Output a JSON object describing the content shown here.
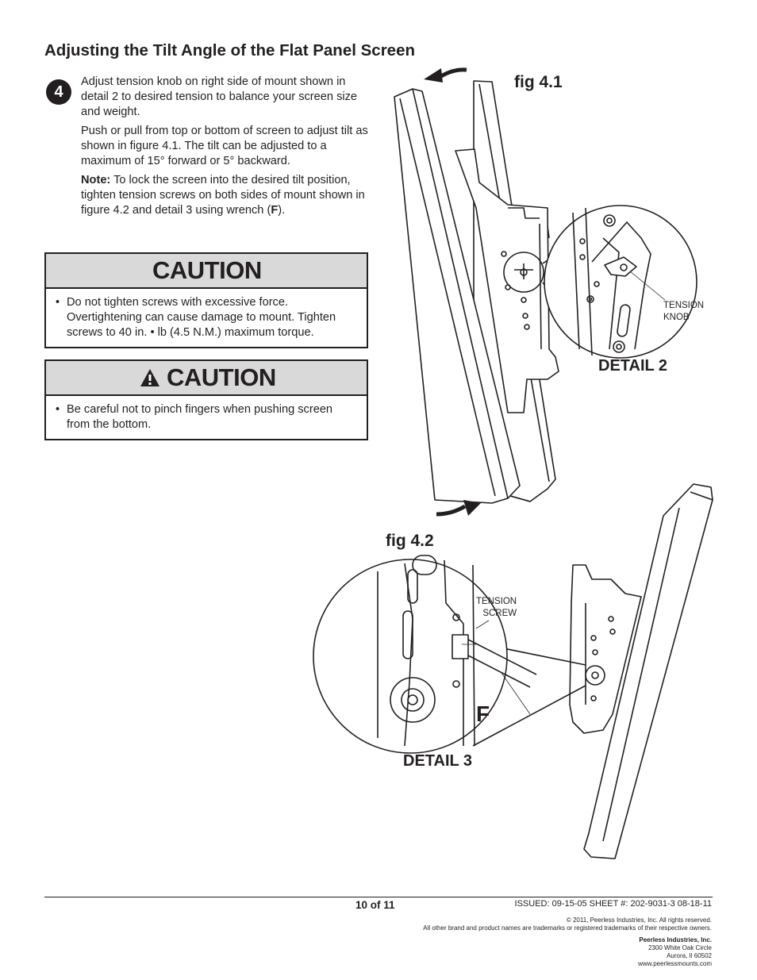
{
  "page": {
    "title": "Adjusting the Tilt Angle of the Flat Panel Screen",
    "step_number": "4",
    "paragraph1": "Adjust tension knob on right side of mount shown in detail 2 to desired tension to balance your screen size and weight.",
    "paragraph2": "Push or pull from top or bottom of screen to adjust tilt as shown in figure 4.1. The tilt can be adjusted to a maximum of 15° forward or 5° backward.",
    "note_label": "Note:",
    "note_text": " To lock the screen into the desired tilt position, tighten tension screws on both sides of mount shown in figure 4.2 and detail 3 using wrench (",
    "note_wrench": "F",
    "note_end": ").",
    "caution1": {
      "heading": "CAUTION",
      "bullet": "Do not tighten screws with excessive force. Overtightening can cause damage to mount. Tighten screws to 40 in. • lb (4.5 N.M.) maximum torque."
    },
    "caution2": {
      "heading": "CAUTION",
      "icon": "warning-triangle-icon",
      "bullet": "Be careful not to pinch fingers when pushing screen from the bottom."
    },
    "figures": {
      "fig41": "fig 4.1",
      "fig42": "fig 4.2",
      "detail2": "DETAIL 2",
      "detail3": "DETAIL 3",
      "tension_knob_line1": "TENSION",
      "tension_knob_line2": "KNOB",
      "tension_screw_line1": "TENSION",
      "tension_screw_line2": "SCREW",
      "wrench_letter": "F"
    },
    "footer": {
      "page": "10 of 11",
      "issued": "ISSUED: 09-15-05  SHEET #: 202-9031-3  08-18-11",
      "copyright": "© 2011, Peerless Industries, Inc. All rights reserved.",
      "trademarks": "All other brand and product names are trademarks or registered trademarks of their respective owners.",
      "company": "Peerless Industries, Inc.",
      "address1": "2300 White Oak Circle",
      "address2": "Aurora, Il 60502",
      "website": "www.peerlessmounts.com"
    }
  }
}
